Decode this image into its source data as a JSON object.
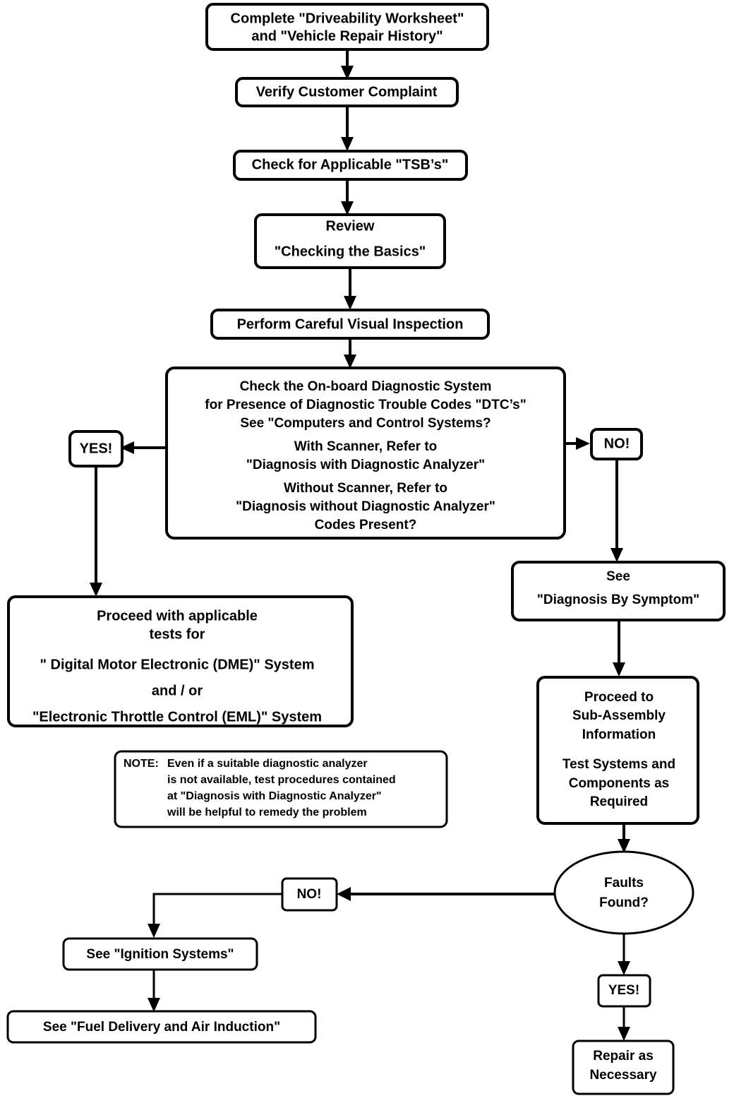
{
  "diagram": {
    "title": "Driveability Diagnosis Flowchart",
    "type": "flowchart",
    "background_color": "#ffffff",
    "line_color": "#000000",
    "text_color": "#000000"
  },
  "nodes": {
    "start": {
      "shape": "rounded-rect",
      "line1": "Complete \"Driveability Worksheet\"",
      "line2": "and \"Vehicle Repair History\""
    },
    "verify": {
      "shape": "rounded-rect",
      "line1": "Verify Customer Complaint"
    },
    "tsb": {
      "shape": "rounded-rect",
      "line1": "Check for Applicable \"TSB’s\""
    },
    "review": {
      "shape": "rounded-rect",
      "line1": "Review",
      "line2": "\"Checking the Basics\""
    },
    "visual": {
      "shape": "rounded-rect",
      "line1": "Perform Careful Visual Inspection"
    },
    "obd": {
      "shape": "rounded-rect",
      "line1": "Check the On-board Diagnostic System",
      "line2": "for Presence of Diagnostic Trouble Codes \"DTC’s\"",
      "line3": "See \"Computers and Control Systems?",
      "line4": "With Scanner, Refer to",
      "line5": "\"Diagnosis with Diagnostic Analyzer\"",
      "line6": "Without Scanner, Refer to",
      "line7": "\"Diagnosis without Diagnostic Analyzer\"",
      "line8": "Codes Present?"
    },
    "yes_top": {
      "shape": "rounded-rect",
      "line1": "YES!"
    },
    "no_top": {
      "shape": "rounded-rect",
      "line1": "NO!"
    },
    "proceed_tests": {
      "shape": "rounded-rect",
      "line1": "Proceed with applicable",
      "line2": "tests for",
      "line3": "\" Digital Motor Electronic (DME)\" System",
      "line4": "and / or",
      "line5": "\"Electronic Throttle Control (EML)\" System"
    },
    "note": {
      "shape": "rounded-rect",
      "label": "NOTE:",
      "line1": "Even if  a suitable diagnostic analyzer",
      "line2": "is not available, test procedures contained",
      "line3": "at \"Diagnosis with Diagnostic Analyzer\"",
      "line4": "will be helpful to remedy the problem"
    },
    "symptom": {
      "shape": "rounded-rect",
      "line1": "See",
      "line2": "\"Diagnosis By Symptom\""
    },
    "subassembly": {
      "shape": "rounded-rect",
      "line1": "Proceed to",
      "line2": "Sub-Assembly",
      "line3": "Information",
      "line4": "Test Systems and",
      "line5": "Components as",
      "line6": "Required"
    },
    "faults": {
      "shape": "ellipse",
      "line1": "Faults",
      "line2": "Found?"
    },
    "no_bottom": {
      "shape": "rounded-rect",
      "line1": "NO!"
    },
    "yes_bottom": {
      "shape": "rounded-rect",
      "line1": "YES!"
    },
    "ignition": {
      "shape": "rounded-rect",
      "line1": "See \"Ignition Systems\""
    },
    "fuel": {
      "shape": "rounded-rect",
      "line1": "See \"Fuel Delivery and Air Induction\""
    },
    "repair": {
      "shape": "rounded-rect",
      "line1": "Repair as",
      "line2": "Necessary"
    }
  },
  "edges": [
    {
      "from": "start",
      "to": "verify",
      "label": ""
    },
    {
      "from": "verify",
      "to": "tsb",
      "label": ""
    },
    {
      "from": "tsb",
      "to": "review",
      "label": ""
    },
    {
      "from": "review",
      "to": "visual",
      "label": ""
    },
    {
      "from": "visual",
      "to": "obd",
      "label": ""
    },
    {
      "from": "obd",
      "to": "yes_top",
      "label": ""
    },
    {
      "from": "obd",
      "to": "no_top",
      "label": ""
    },
    {
      "from": "yes_top",
      "to": "proceed_tests",
      "label": ""
    },
    {
      "from": "no_top",
      "to": "symptom",
      "label": ""
    },
    {
      "from": "symptom",
      "to": "subassembly",
      "label": ""
    },
    {
      "from": "subassembly",
      "to": "faults",
      "label": ""
    },
    {
      "from": "faults",
      "to": "no_bottom",
      "label": ""
    },
    {
      "from": "faults",
      "to": "yes_bottom",
      "label": ""
    },
    {
      "from": "no_bottom",
      "to": "ignition",
      "label": ""
    },
    {
      "from": "ignition",
      "to": "fuel",
      "label": ""
    },
    {
      "from": "yes_bottom",
      "to": "repair",
      "label": ""
    }
  ]
}
